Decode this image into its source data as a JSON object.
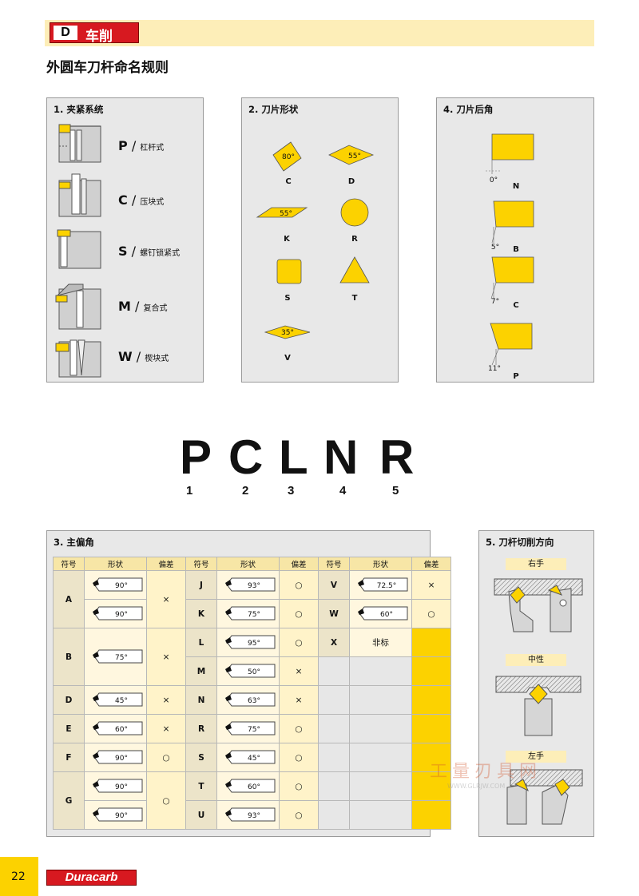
{
  "header": {
    "logo_letter": "D",
    "title": "车削"
  },
  "page_title": "外圆车刀杆命名规则",
  "section1": {
    "title": "1. 夹紧系统",
    "items": [
      {
        "code": "P",
        "label": "杠杆式"
      },
      {
        "code": "C",
        "label": "压块式"
      },
      {
        "code": "S",
        "label": "螺钉锁紧式"
      },
      {
        "code": "M",
        "label": "复合式"
      },
      {
        "code": "W",
        "label": "楔块式"
      }
    ]
  },
  "section2": {
    "title": "2. 刀片形状",
    "shapes": [
      {
        "code": "C",
        "angle": "80°"
      },
      {
        "code": "D",
        "angle": "55°"
      },
      {
        "code": "K",
        "angle": "55°"
      },
      {
        "code": "R",
        "angle": ""
      },
      {
        "code": "S",
        "angle": ""
      },
      {
        "code": "T",
        "angle": ""
      },
      {
        "code": "V",
        "angle": "35°"
      }
    ]
  },
  "section4": {
    "title": "4. 刀片后角",
    "items": [
      {
        "code": "N",
        "angle": "0°"
      },
      {
        "code": "B",
        "angle": "5°"
      },
      {
        "code": "C",
        "angle": "7°"
      },
      {
        "code": "P",
        "angle": "11°"
      }
    ]
  },
  "code": {
    "letters": [
      "P",
      "C",
      "L",
      "N",
      "R"
    ],
    "positions": [
      "1",
      "2",
      "3",
      "4",
      "5"
    ]
  },
  "section3": {
    "title": "3. 主偏角",
    "headers": {
      "symbol": "符号",
      "shape": "形状",
      "tolerance": "偏差"
    },
    "marks": {
      "cross": "×",
      "circle": "○"
    },
    "col1": [
      {
        "code": "A",
        "angles": [
          "90°",
          "90°"
        ],
        "tol": "×"
      },
      {
        "code": "B",
        "angles": [
          "75°"
        ],
        "tol": "×"
      },
      {
        "code": "D",
        "angles": [
          "45°"
        ],
        "tol": "×"
      },
      {
        "code": "E",
        "angles": [
          "60°"
        ],
        "tol": "×"
      },
      {
        "code": "F",
        "angles": [
          "90°"
        ],
        "tol": "○"
      },
      {
        "code": "G",
        "angles": [
          "90°",
          "90°"
        ],
        "tol": "○"
      }
    ],
    "col2": [
      {
        "code": "J",
        "angle": "93°",
        "tol": "○"
      },
      {
        "code": "K",
        "angle": "75°",
        "tol": "○"
      },
      {
        "code": "L",
        "angle": "95°",
        "tol": "○"
      },
      {
        "code": "M",
        "angle": "50°",
        "tol": "×"
      },
      {
        "code": "N",
        "angle": "63°",
        "tol": "×"
      },
      {
        "code": "R",
        "angle": "75°",
        "tol": "○"
      },
      {
        "code": "S",
        "angle": "45°",
        "tol": "○"
      },
      {
        "code": "T",
        "angle": "60°",
        "tol": "○"
      },
      {
        "code": "U",
        "angle": "93°",
        "tol": "○"
      }
    ],
    "col3": [
      {
        "code": "V",
        "angle": "72.5°",
        "tol": "×"
      },
      {
        "code": "W",
        "angle": "60°",
        "tol": "○"
      },
      {
        "code": "X",
        "angle": "非标",
        "tol": ""
      }
    ]
  },
  "section5": {
    "title": "5. 刀杆切削方向",
    "items": [
      {
        "label": "右手"
      },
      {
        "label": "中性"
      },
      {
        "label": "左手"
      }
    ]
  },
  "watermark": {
    "text": "工量刃具网",
    "url": "WWW.GLRJW.COM"
  },
  "footer": {
    "page_number": "22",
    "brand": "Duracarb"
  },
  "colors": {
    "accent": "#fcd200",
    "header_bg": "#fdeeb8",
    "logo_red": "#d71920"
  }
}
